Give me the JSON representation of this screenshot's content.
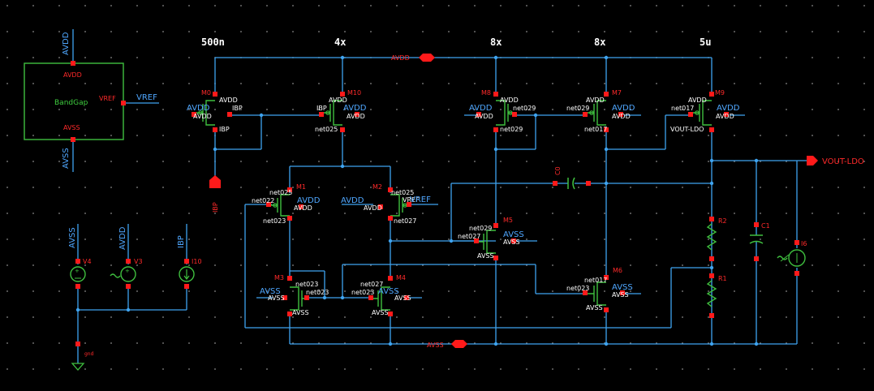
{
  "header_labels": [
    "500n",
    "4x",
    "8x",
    "8x",
    "5u"
  ],
  "bandgap": {
    "title": "BandGap",
    "pin_avdd": "AVDD",
    "pin_avss": "AVSS",
    "pin_vref": "VREF",
    "net_avdd": "AVDD",
    "net_avss": "AVSS",
    "net_vref": "VREF"
  },
  "rails": {
    "avdd": "AVDD",
    "avss": "AVSS"
  },
  "output": {
    "label": "VOUT-LDO"
  },
  "devices": {
    "M0": {
      "name": "M0",
      "g": "AVDD",
      "d": "AVDD",
      "b": "AVDD",
      "s": "IBP",
      "net1": "IBP",
      "net2": "IBP"
    },
    "M10": {
      "name": "M10",
      "g": "IBP",
      "d": "AVDD",
      "b": "AVDD",
      "s": "net025",
      "top": "AVDD"
    },
    "M8": {
      "name": "M8",
      "g": "net029",
      "d": "AVDD",
      "b": "AVDD",
      "s": "net029",
      "l1": "AVDD",
      "l2": "AVDD"
    },
    "M7": {
      "name": "M7",
      "g": "net029",
      "d": "AVDD",
      "b": "AVDD",
      "s": "net017",
      "l2": "AVDD"
    },
    "M9": {
      "name": "M9",
      "g": "net017",
      "d": "AVDD",
      "b": "AVDD",
      "s": "VOUT-LDO",
      "l2": "AVDD"
    },
    "M1": {
      "name": "M1",
      "g": "net022",
      "d": "net025",
      "b": "AVDD",
      "s": "net023",
      "l": "AVDD"
    },
    "M2": {
      "name": "M2",
      "g": "VREF",
      "d": "net025",
      "b": "AVDD",
      "s": "net027",
      "l": "AVDD",
      "r": "VREF"
    },
    "M5": {
      "name": "M5",
      "g": "net027",
      "d": "net029",
      "b": "AVSS",
      "s": "AVSS",
      "l": "AVSS"
    },
    "M6": {
      "name": "M6",
      "g": "net023",
      "d": "net017",
      "b": "AVSS",
      "s": "AVSS",
      "l": "AVSS"
    },
    "M3": {
      "name": "M3",
      "g": "net023",
      "d": "net023",
      "b": "AVSS",
      "s": "AVSS",
      "l": "AVSS"
    },
    "M4": {
      "name": "M4",
      "g": "net023",
      "d": "net027",
      "b": "AVSS",
      "s": "AVSS",
      "l": "AVSS"
    },
    "C0": {
      "name": "C0"
    },
    "C1": {
      "name": "C1"
    },
    "R2": {
      "name": "R2"
    },
    "R1": {
      "name": "R1"
    },
    "I6": {
      "name": "I6"
    },
    "V4": {
      "name": "V4"
    },
    "V3": {
      "name": "V3"
    },
    "I10": {
      "name": "I10"
    }
  },
  "sources": {
    "v4_net": "AVSS",
    "v3_net": "AVDD",
    "i10_net": "IBP",
    "gnd": "gnd",
    "ibp_pin": "IBP"
  }
}
